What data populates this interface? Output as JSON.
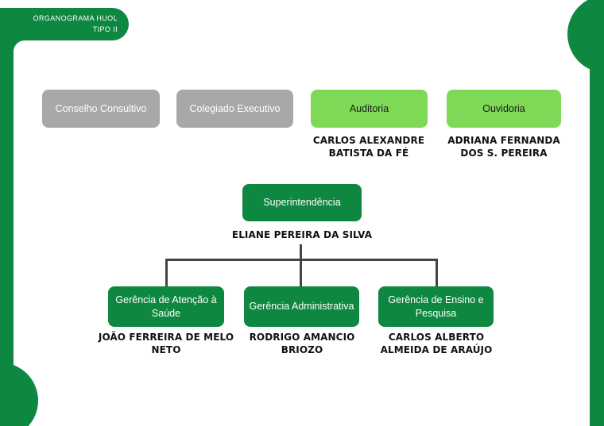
{
  "badge": {
    "title": "ORGANOGRAMA HUOL\nTIPO II"
  },
  "colors": {
    "dark_green": "#0e8740",
    "light_green": "#7ed957",
    "gray": "#a8a8a8",
    "connector": "#424445",
    "person_text": "#111111"
  },
  "nodes": {
    "conselho": {
      "label": "Conselho Consultivo"
    },
    "colegiado": {
      "label": "Colegiado Executivo"
    },
    "auditoria": {
      "label": "Auditoria",
      "person": "CARLOS ALEXANDRE\nBATISTA DA FÉ"
    },
    "ouvidoria": {
      "label": "Ouvidoria",
      "person": "ADRIANA FERNANDA\nDOS S. PEREIRA"
    },
    "superintendencia": {
      "label": "Superintendência",
      "person": "ELIANE PEREIRA DA SILVA"
    },
    "atencao_saude": {
      "label": "Gerência de Atenção à\nSaúde",
      "person": "JOÃO FERREIRA DE MELO\nNETO"
    },
    "administrativa": {
      "label": "Gerência Administrativa",
      "person": "RODRIGO AMANCIO\nBRIOZO"
    },
    "ensino_pesquisa": {
      "label": "Gerência de Ensino e\nPesquisa",
      "person": "CARLOS ALBERTO\nALMEIDA DE ARAÚJO"
    }
  }
}
